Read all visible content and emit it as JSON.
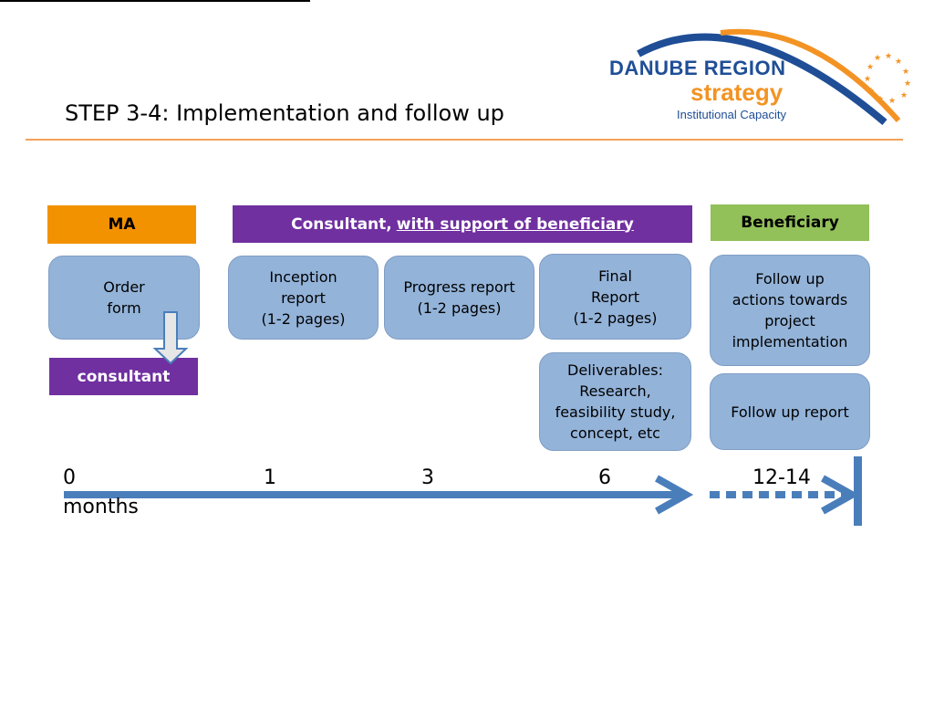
{
  "slide": {
    "title": "STEP 3-4: Implementation and follow up"
  },
  "logo": {
    "line1": "DANUBE REGION",
    "line2": "strategy",
    "line3": "Institutional Capacity",
    "colors": {
      "blue": "#1F4E96",
      "orange": "#F39323"
    }
  },
  "headers": {
    "ma": "MA",
    "consultant_main": "Consultant,",
    "consultant_support": "with support of beneficiary",
    "beneficiary": "Beneficiary",
    "consultant_small": "consultant"
  },
  "cards": {
    "order_form": "Order\nform",
    "inception": "Inception\nreport\n(1-2 pages)",
    "progress": "Progress report\n(1-2 pages)",
    "final": "Final\nReport\n(1-2 pages)",
    "deliverables": "Deliverables:\nResearch,\nfeasibility study,\nconcept, etc",
    "follow_up_actions": "Follow up\nactions towards\nproject\nimplementation",
    "follow_up_report": "Follow up report"
  },
  "timeline": {
    "ticks": [
      "0",
      "1",
      "3",
      "6",
      "12-14"
    ],
    "unit": "months"
  },
  "colors": {
    "ma": "#F39200",
    "consultant": "#7030A0",
    "beneficiary": "#92C059",
    "card": "#93B3D9",
    "timeline": "#4A7EBB",
    "rule": "#F5A15A"
  }
}
